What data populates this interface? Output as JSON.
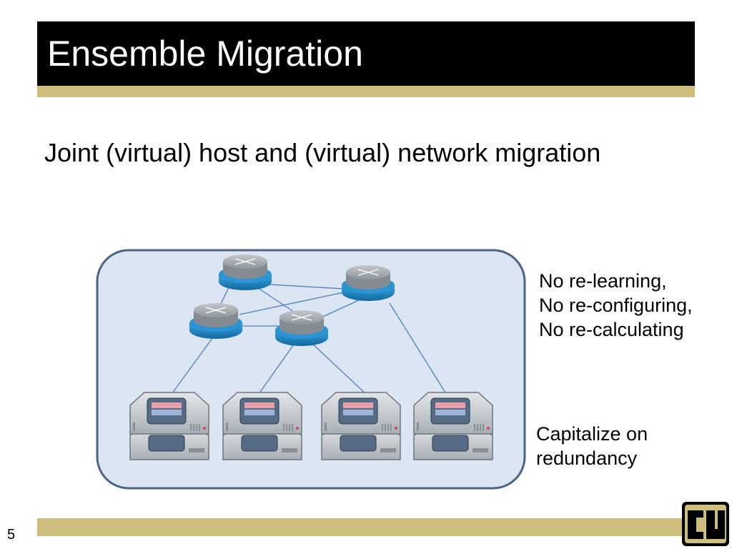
{
  "slide": {
    "title": "Ensemble Migration",
    "subtitle": "Joint (virtual) host and (virtual) network migration",
    "notes": {
      "relearning": [
        "No re-learning,",
        "No re-configuring,",
        "No re-calculating"
      ],
      "redundancy": [
        "Capitalize on",
        "redundancy"
      ]
    },
    "slide_number": "5"
  },
  "diagram": {
    "routers": [
      {
        "id": "r1",
        "col": 1,
        "row": 1
      },
      {
        "id": "r2",
        "col": 3,
        "row": 1
      },
      {
        "id": "r3",
        "col": 0,
        "row": 2
      },
      {
        "id": "r4",
        "col": 2,
        "row": 2
      }
    ],
    "servers": [
      {
        "id": "s1"
      },
      {
        "id": "s2"
      },
      {
        "id": "s3"
      },
      {
        "id": "s4"
      }
    ],
    "links": [
      [
        "r1",
        "r2"
      ],
      [
        "r1",
        "r3"
      ],
      [
        "r1",
        "r4"
      ],
      [
        "r2",
        "r3"
      ],
      [
        "r2",
        "r4"
      ],
      [
        "r3",
        "r4"
      ],
      [
        "r3",
        "s1"
      ],
      [
        "r4",
        "s2"
      ],
      [
        "r4",
        "s3"
      ],
      [
        "r2",
        "s4"
      ]
    ]
  },
  "colors": {
    "title_bg": "#000000",
    "title_text": "#ffffff",
    "accent_gold": "#cfbf7e",
    "panel_fill": "#dce5f2",
    "panel_border": "#4a6386",
    "link_line": "#4c80c2",
    "router_blue": "#1f87c8",
    "router_grey": "#9aa0a6",
    "server_grey": "#c8cdd3"
  },
  "icons": {
    "router": "router-icon",
    "server": "server-icon",
    "logo": "cu-logo-icon"
  }
}
